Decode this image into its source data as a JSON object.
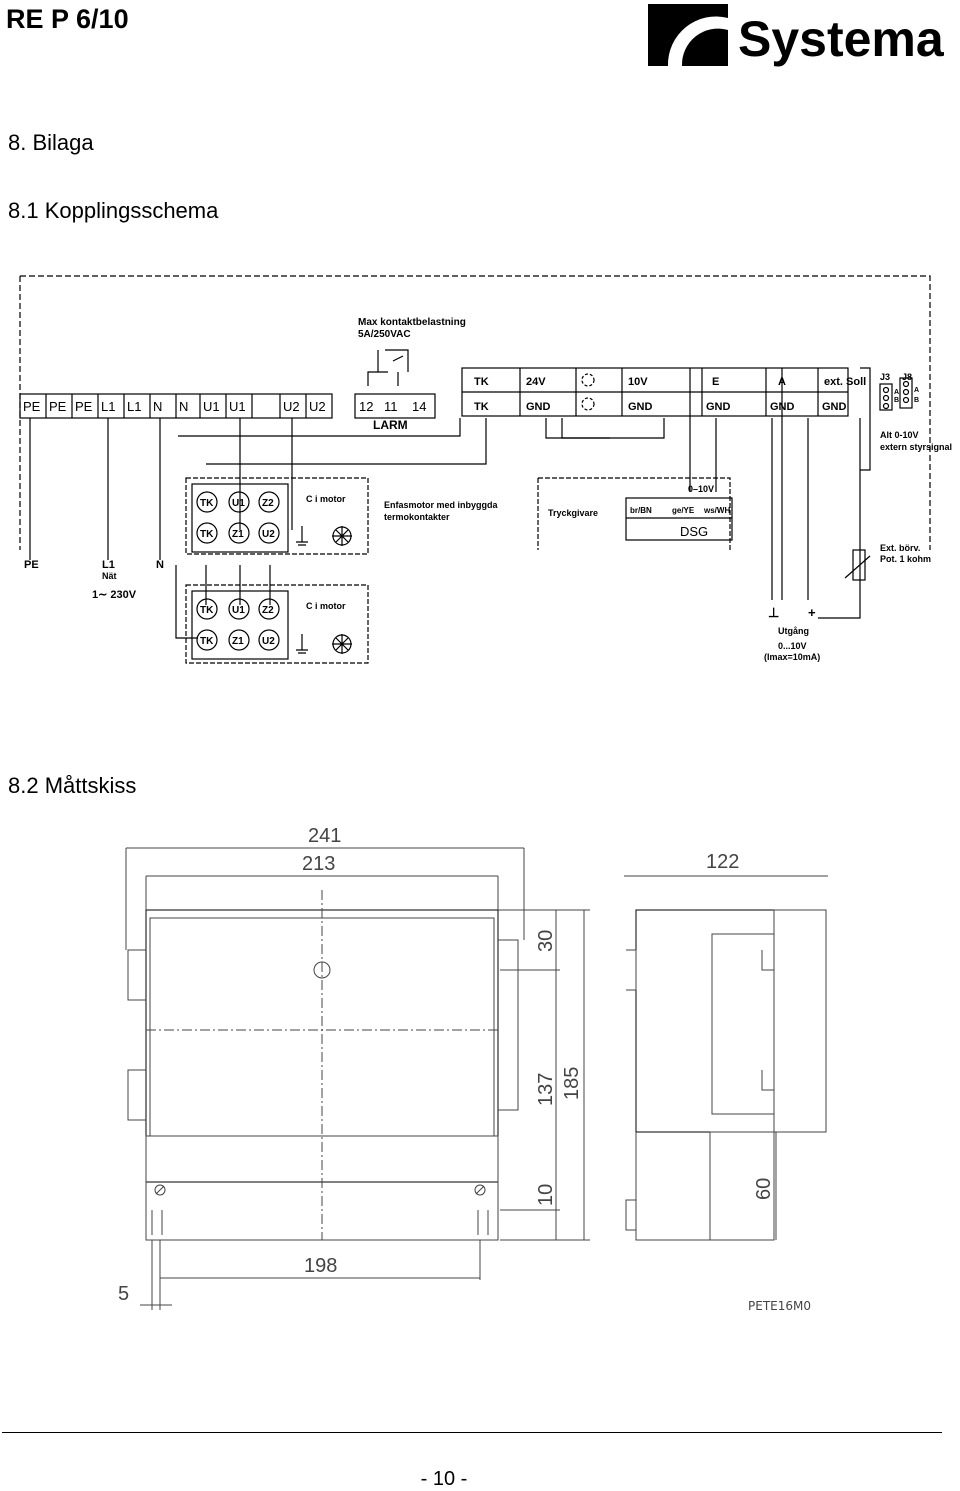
{
  "header": {
    "doc_code": "RE P 6/10",
    "brand": "Systemair"
  },
  "sections": {
    "appendix": "8.  Bilaga",
    "wiring": "8.1 Kopplingsschema",
    "dimensions": "8.2 Måttskiss"
  },
  "wiring": {
    "max_load_line1": "Max kontaktbelastning",
    "max_load_line2": "5A/250VAC",
    "terminals": [
      "PE",
      "PE",
      "PE",
      "L1",
      "L1",
      "N",
      "N",
      "U1",
      "U1",
      "U2",
      "U2"
    ],
    "alarm_terminals": [
      "12",
      "11",
      "14"
    ],
    "alarm_label": "LARM",
    "signal_top": [
      "TK",
      "24V",
      "10V",
      "E",
      "A",
      "ext. Soll"
    ],
    "signal_bottom": [
      "TK",
      "GND",
      "GND",
      "GND",
      "GND",
      "GND"
    ],
    "jumpers": [
      "J3",
      "J8"
    ],
    "jumper_ab": [
      "A",
      "B",
      "A",
      "B"
    ],
    "alt_line1": "Alt 0-10V",
    "alt_line2": "extern styrsignal",
    "motor_terms_top": [
      "TK",
      "U1",
      "Z2"
    ],
    "motor_terms_bottom": [
      "TK",
      "Z1",
      "U2"
    ],
    "motor_label": "C i motor",
    "motor_desc1": "Enfasmotor med inbyggda",
    "motor_desc2": "termokontakter",
    "sensor_label": "Tryckgivare",
    "dsg_range": "0–10V",
    "dsg_wires": [
      "br/BN",
      "ge/YE",
      "ws/WH"
    ],
    "dsg_label": "DSG",
    "supply_labels": [
      "PE",
      "L1",
      "N"
    ],
    "supply_net": "Nät",
    "supply_voltage": "1∼ 230V",
    "pot_line1": "Ext. börv.",
    "pot_line2": "Pot. 1 kohm",
    "output_symbols": [
      "⊥",
      "+"
    ],
    "output_label": "Utgång",
    "output_range1": "0...10V",
    "output_range2": "(Imax=10mA)"
  },
  "drawing": {
    "dims": [
      "241",
      "213",
      "122",
      "30",
      "185",
      "137",
      "10",
      "60",
      "198",
      "5"
    ],
    "code": "PETE16M0"
  },
  "footer": {
    "page": "- 10 -"
  }
}
